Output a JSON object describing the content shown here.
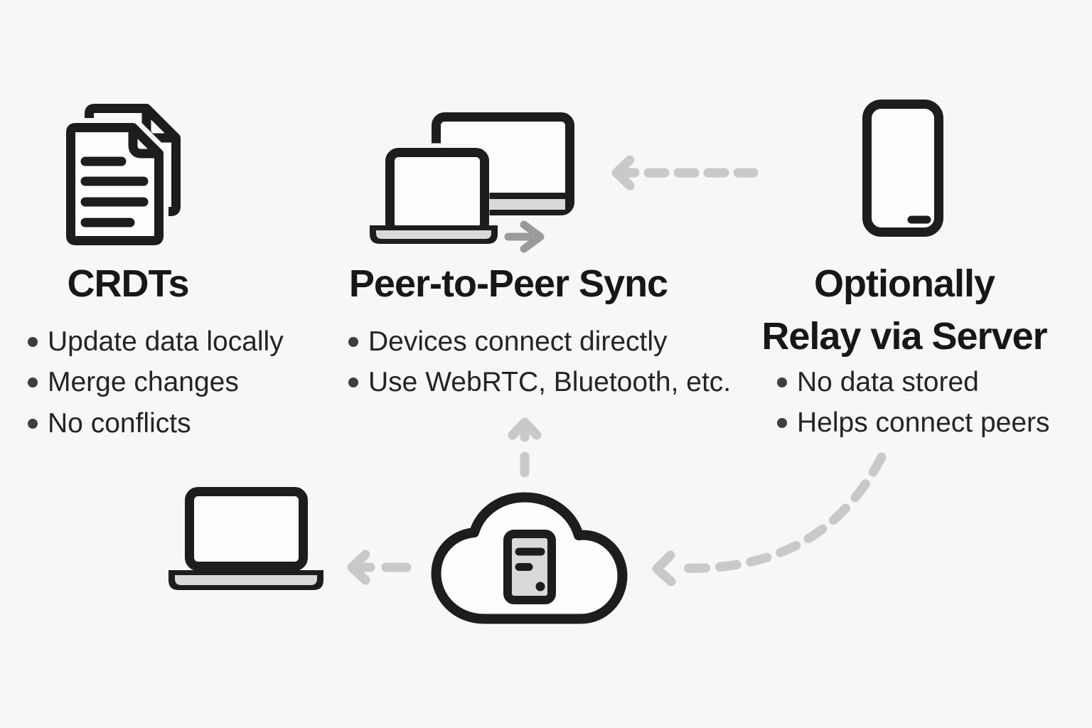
{
  "colors": {
    "background": "#f7f7f6",
    "ink": "#1d1d1b",
    "panel_gray": "#d9d9d7",
    "arrow_solid_gray": "#9a9a98",
    "arrow_dashed_gray": "#c9c9c7",
    "text": "#242423"
  },
  "sections": {
    "crdts": {
      "icon": "documents-icon",
      "title": "CRDTs",
      "bullets": [
        "Update data locally",
        "Merge changes",
        "No conflicts"
      ]
    },
    "p2p": {
      "icon": "laptop-monitor-icon",
      "title": "Peer-to-Peer Sync",
      "bullets": [
        "Devices connect directly",
        "Use WebRTC, Bluetooth, etc."
      ]
    },
    "relay": {
      "icon": "smartphone-icon",
      "title_line1": "Optionally",
      "title_line2": "Relay via Server",
      "bullets": [
        "No data stored",
        "Helps connect peers"
      ]
    }
  },
  "bottom_row": {
    "laptop_icon": "laptop-icon",
    "cloud_server_icon": "cloud-server-icon"
  },
  "arrows": {
    "phone_to_devices": "dashed-arrow-left",
    "devices_sync": "solid-arrow-right",
    "cloud_to_devices": "dashed-arrow-up",
    "cloud_to_laptop": "dashed-arrow-left",
    "relay_to_cloud": "curved-dashed-arrow-down-left"
  }
}
